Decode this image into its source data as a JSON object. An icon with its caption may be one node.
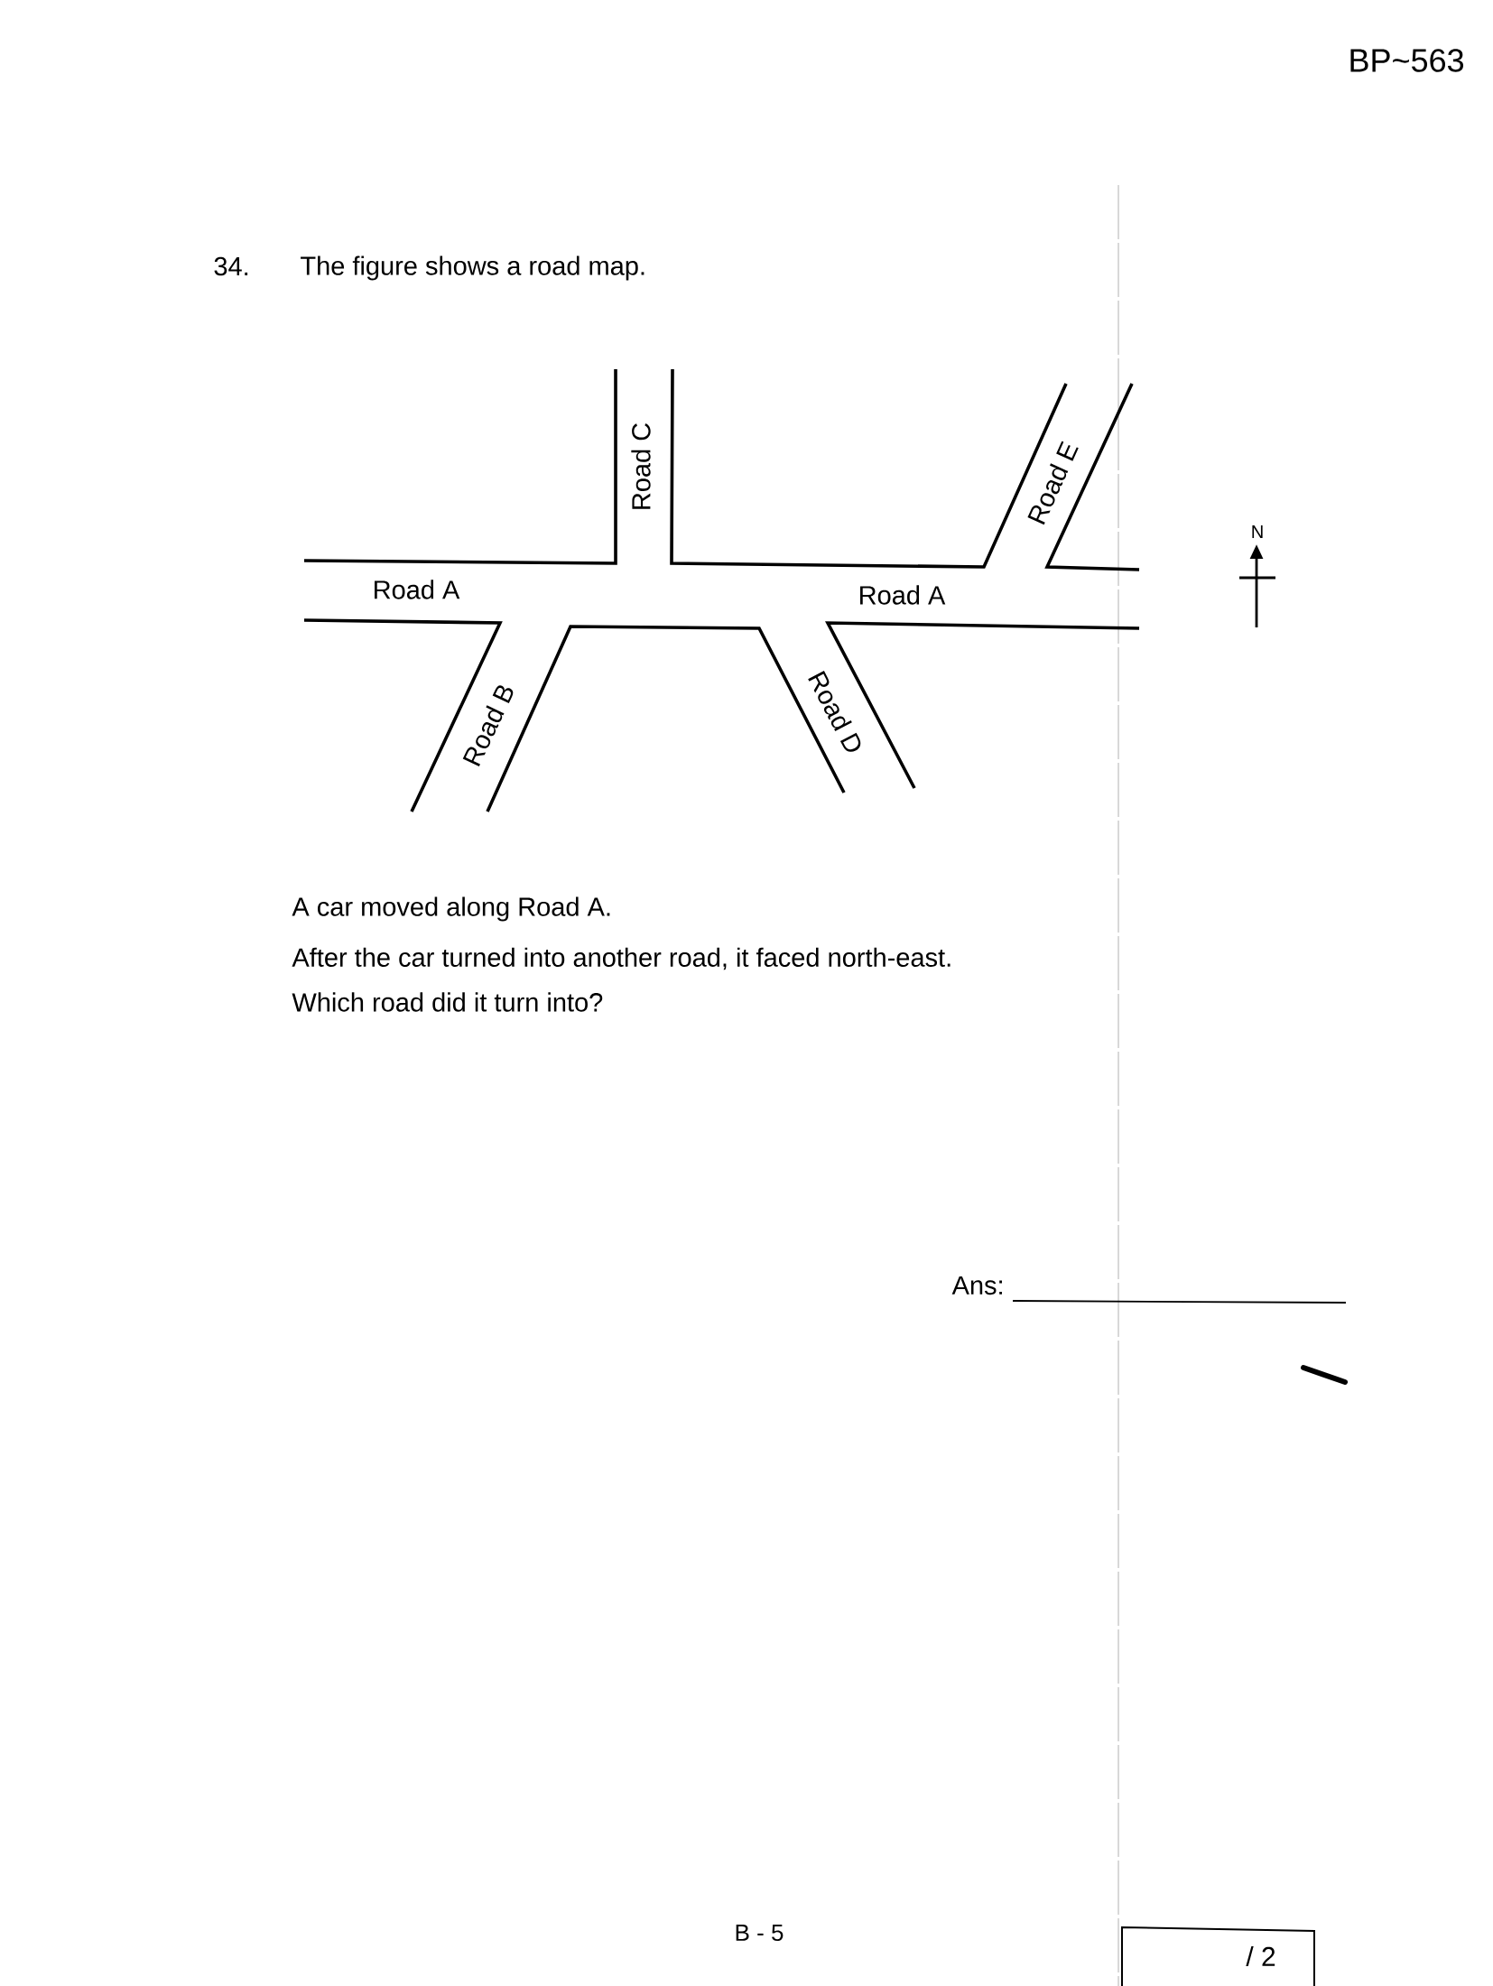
{
  "diagram": {
    "nodes": [
      {
        "text": [
          "/ 2"
        ]
      }
    ],
    "labels": [
      "BP~563",
      "34.",
      "The figure shows a road map.",
      "Road C",
      "Road E",
      "N",
      "Road A",
      "Road A",
      "Road B",
      "Road D",
      "A car moved along Road A.",
      "After the car turned into another road, it faced north-east.",
      "Which road did it turn into?",
      "Ans:",
      "B - 5"
    ]
  }
}
